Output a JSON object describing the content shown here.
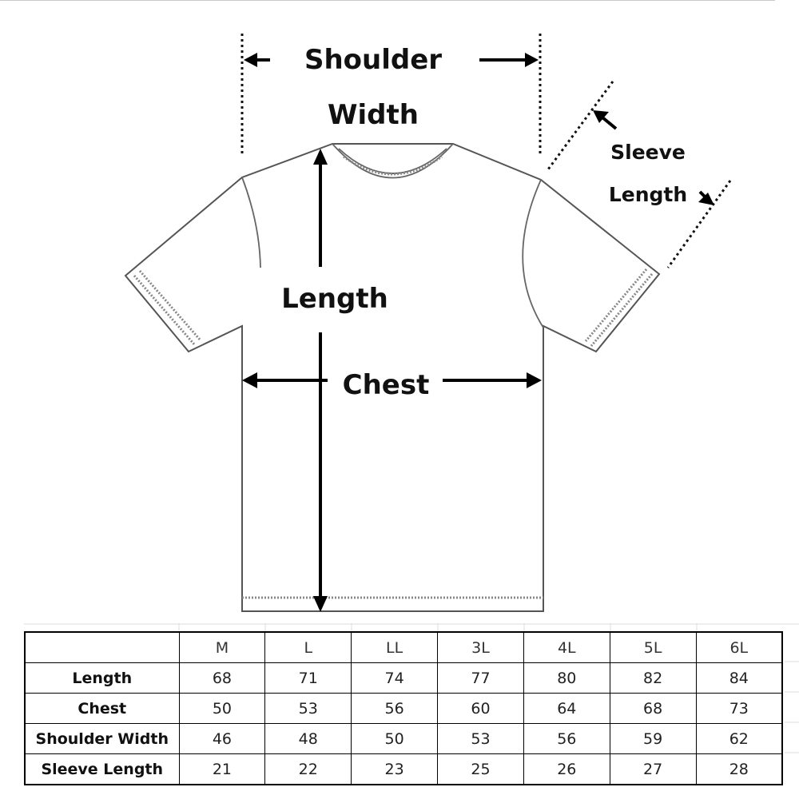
{
  "labels": {
    "shoulder_width_line1": "Shoulder",
    "shoulder_width_line2": "Width",
    "sleeve_length_line1": "Sleeve",
    "sleeve_length_line2": "Length",
    "length": "Length",
    "chest": "Chest"
  },
  "table": {
    "corner": "",
    "columns": [
      "M",
      "L",
      "LL",
      "3L",
      "4L",
      "5L",
      "6L"
    ],
    "rows": [
      {
        "label": "Length",
        "values": [
          "68",
          "71",
          "74",
          "77",
          "80",
          "82",
          "84"
        ]
      },
      {
        "label": "Chest",
        "values": [
          "50",
          "53",
          "56",
          "60",
          "64",
          "68",
          "73"
        ]
      },
      {
        "label": "Shoulder Width",
        "values": [
          "46",
          "48",
          "50",
          "53",
          "56",
          "59",
          "62"
        ]
      },
      {
        "label": "Sleeve Length",
        "values": [
          "21",
          "22",
          "23",
          "25",
          "26",
          "27",
          "28"
        ]
      }
    ]
  }
}
